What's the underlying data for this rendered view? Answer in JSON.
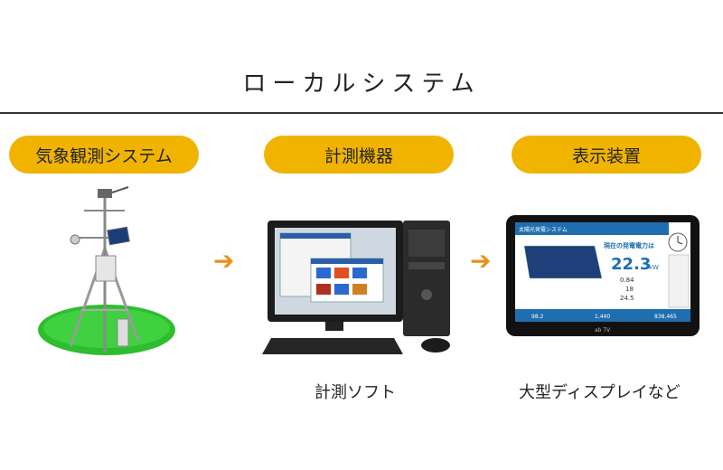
{
  "title": "ローカルシステム",
  "steps": [
    {
      "label": "気象観測システム"
    },
    {
      "label": "計測機器",
      "caption": "計測ソフト"
    },
    {
      "label": "表示装置",
      "caption": "大型ディスプレイなど"
    }
  ],
  "arrow_glyph": "➔",
  "colors": {
    "pill": "#f0b400",
    "arrow": "#e8901a",
    "grass": "#2ebd2e",
    "screen": "#1f6fb0"
  },
  "display": {
    "header": "太陽光発電システム",
    "headline": "現在の発電電力は",
    "power_value": "22.3",
    "power_unit": "kW",
    "today": "0.84",
    "temperature": "18",
    "radiation": "24.5",
    "footer_left": "98.2",
    "footer_mid": "1,440",
    "footer_right": "838,465",
    "brand": "ab TV"
  }
}
